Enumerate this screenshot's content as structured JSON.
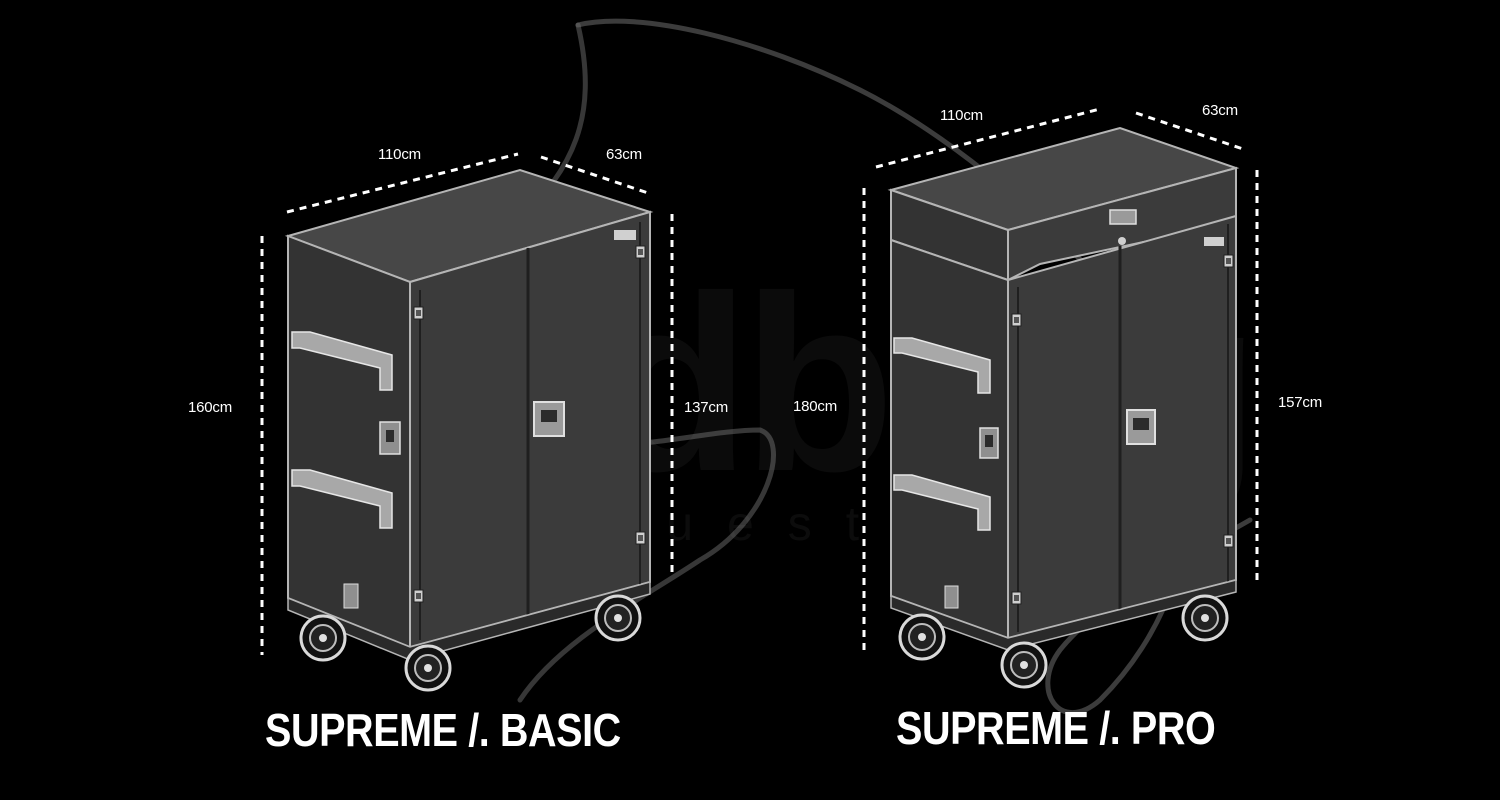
{
  "brand": {
    "wordmark": "lindberg",
    "tagline": "equestrian"
  },
  "products": [
    {
      "title": "SUPREME /. BASIC",
      "dimensions": {
        "width": "110cm",
        "depth": "63cm",
        "total_height": "160cm",
        "box_height": "137cm"
      }
    },
    {
      "title": "SUPREME /. PRO",
      "dimensions": {
        "width": "110cm",
        "depth": "63cm",
        "total_height": "180cm",
        "box_height": "157cm"
      }
    }
  ],
  "colors": {
    "background": "#000000",
    "cabinet_front": "#3b3b3b",
    "cabinet_side": "#333333",
    "cabinet_top": "#474747",
    "outline": "#b5b5b5",
    "text": "#ffffff"
  }
}
